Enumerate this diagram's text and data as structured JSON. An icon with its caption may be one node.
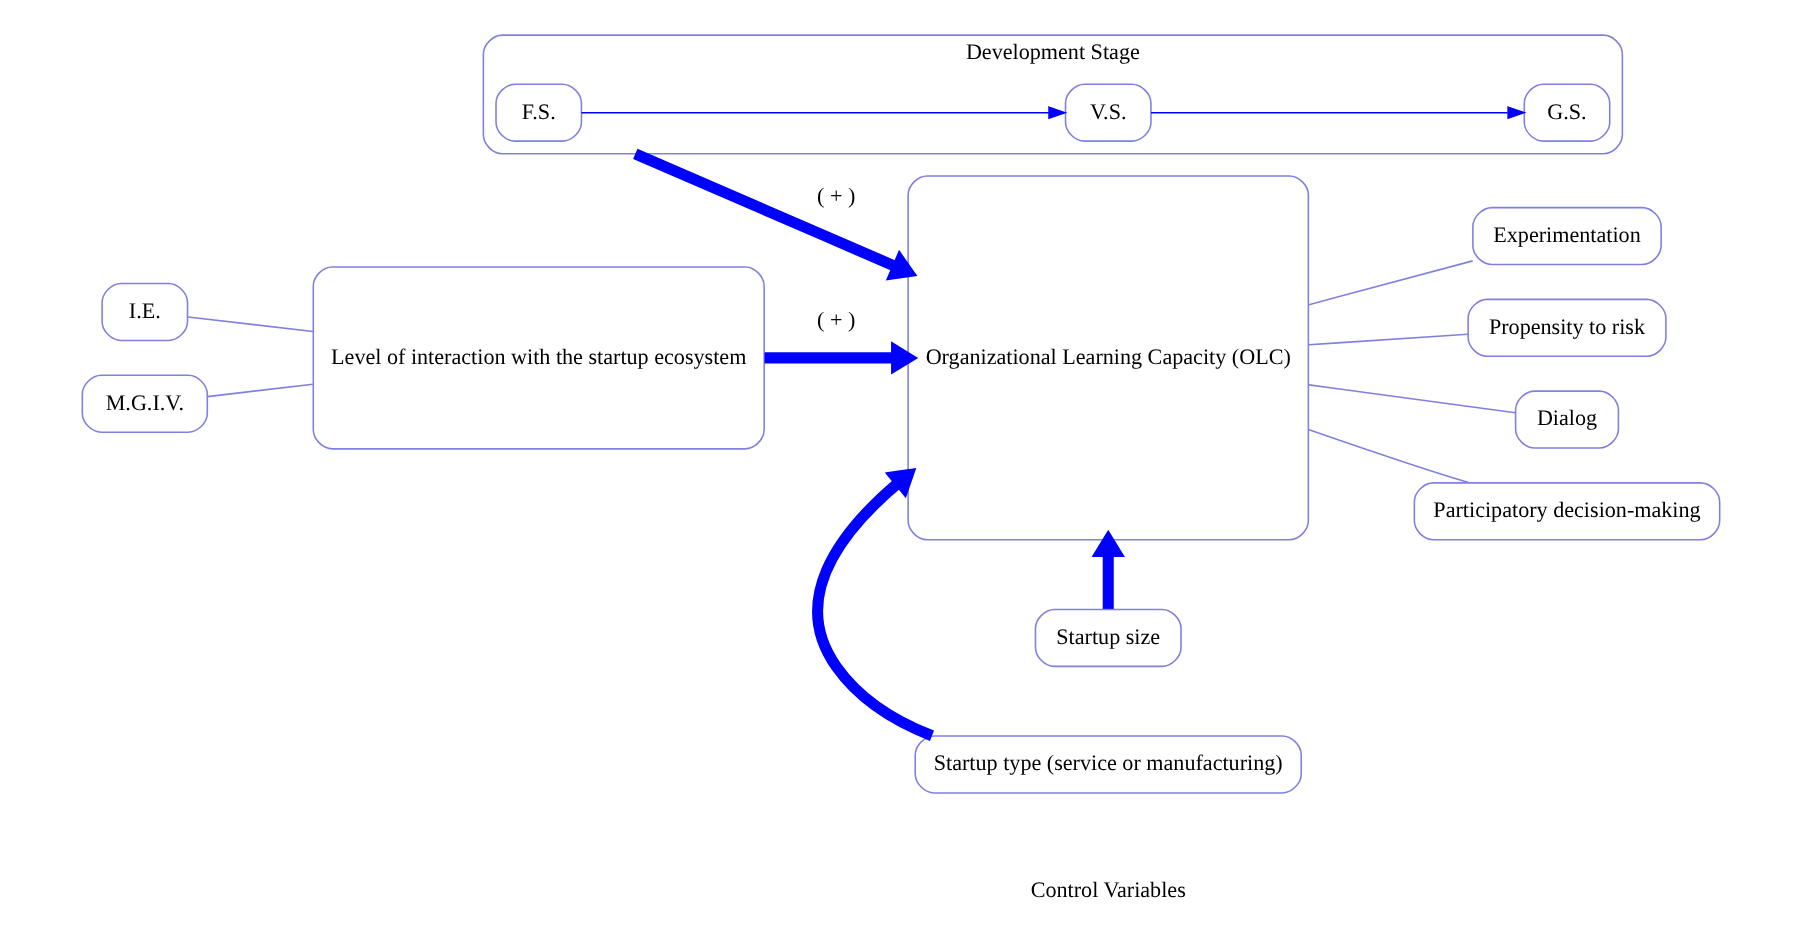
{
  "diagram": {
    "nodes": [
      {
        "text": [
          "Development Stage"
        ]
      },
      {
        "text": [
          "F.S."
        ],
        "in": 0
      },
      {
        "text": [
          "V.S."
        ],
        "in": 0
      },
      {
        "text": [
          "G.S."
        ],
        "in": 0
      },
      {
        "text": [
          "I.E."
        ]
      },
      {
        "text": [
          "M.G.I.V."
        ]
      },
      {
        "text": [
          "Level of interaction with the startup ecosystem"
        ]
      },
      {
        "text": [
          "Organizational Learning Capacity (OLC)"
        ]
      },
      {
        "text": [
          "Experimentation"
        ]
      },
      {
        "text": [
          "Propensity to risk"
        ]
      },
      {
        "text": [
          "Dialog"
        ]
      },
      {
        "text": [
          "Participatory decision-making"
        ]
      },
      {
        "text": [
          "Startup size"
        ]
      },
      {
        "text": [
          "Startup type (service or manufacturing)"
        ]
      }
    ],
    "edges": [
      {
        "from": 1,
        "to": 2,
        "arrow": "to"
      },
      {
        "from": 2,
        "to": 3,
        "arrow": "to"
      },
      {
        "from": 4,
        "to": 6,
        "arrow": "none",
        "color": "#8080e0"
      },
      {
        "from": 5,
        "to": 6,
        "arrow": "none",
        "color": "#8080e0"
      },
      {
        "from": 0,
        "to": 7,
        "arrow": "to",
        "label": "( + )",
        "style": "thick"
      },
      {
        "from": 6,
        "to": 7,
        "arrow": "to",
        "label": "( + )",
        "style": "thick"
      },
      {
        "from": 7,
        "to": 8,
        "arrow": "none",
        "color": "#8080e0"
      },
      {
        "from": 7,
        "to": 9,
        "arrow": "none",
        "color": "#8080e0"
      },
      {
        "from": 7,
        "to": 10,
        "arrow": "none",
        "color": "#8080e0"
      },
      {
        "from": 7,
        "to": 11,
        "arrow": "none",
        "color": "#8080e0"
      },
      {
        "from": 12,
        "to": 7,
        "arrow": "to",
        "style": "thick"
      },
      {
        "from": 13,
        "to": 7,
        "arrow": "to",
        "style": "thick"
      }
    ],
    "labels": [
      "Control Variables"
    ]
  }
}
